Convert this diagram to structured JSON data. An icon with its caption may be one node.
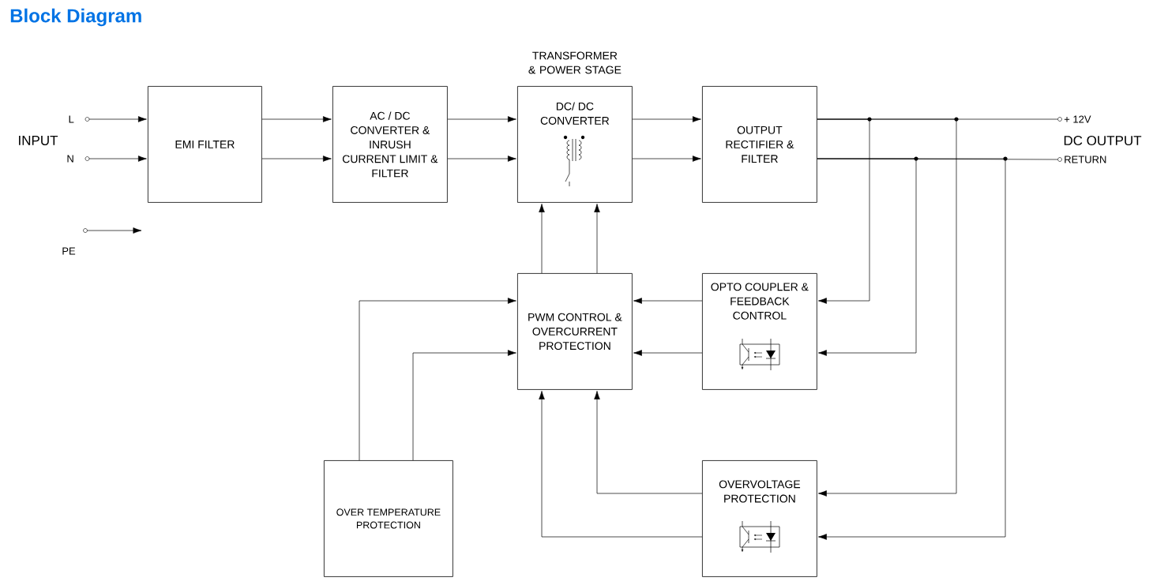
{
  "diagram": {
    "title": "Block Diagram",
    "nodes": [
      {
        "text": [
          "EMI FILTER"
        ]
      },
      {
        "text": [
          "AC / DC CONVERTER & INRUSH CURRENT LIMIT & FILTER"
        ]
      },
      {
        "text": [
          "DC/ DC CONVERTER"
        ],
        "beside": [
          "TRANSFORMER & POWER STAGE"
        ]
      },
      {
        "text": [
          "OUTPUT RECTIFIER & FILTER"
        ]
      },
      {
        "text": [
          "PWM CONTROL & OVERCURRENT PROTECTION"
        ]
      },
      {
        "text": [
          "OPTO COUPLER & FEEDBACK CONTROL"
        ]
      },
      {
        "text": [
          "OVER TEMPERATURE PROTECTION"
        ]
      },
      {
        "text": [
          "OVERVOLTAGE PROTECTION"
        ]
      },
      {
        "text": [
          "L"
        ]
      },
      {
        "text": [
          "N"
        ]
      },
      {
        "text": [
          "PE"
        ]
      },
      {
        "text": [
          "+ 12V"
        ]
      },
      {
        "text": [
          "RETURN"
        ]
      }
    ],
    "edges": [
      {
        "from": 8,
        "to": 0,
        "arrow": "to"
      },
      {
        "from": 9,
        "to": 0,
        "arrow": "to"
      },
      {
        "from": 10,
        "to": null,
        "arrow": "to"
      },
      {
        "from": 0,
        "to": 1,
        "arrow": "to"
      },
      {
        "from": 0,
        "to": 1,
        "arrow": "to"
      },
      {
        "from": 1,
        "to": 2,
        "arrow": "to"
      },
      {
        "from": 1,
        "to": 2,
        "arrow": "to"
      },
      {
        "from": 2,
        "to": 3,
        "arrow": "to"
      },
      {
        "from": 2,
        "to": 3,
        "arrow": "to"
      },
      {
        "from": 4,
        "to": 2,
        "arrow": "to"
      },
      {
        "from": 4,
        "to": 2,
        "arrow": "to"
      },
      {
        "from": 3,
        "to": 11,
        "arrow": "none"
      },
      {
        "from": 3,
        "to": 12,
        "arrow": "none"
      },
      {
        "from": 3,
        "to": 5,
        "arrow": "to"
      },
      {
        "from": 3,
        "to": 5,
        "arrow": "to"
      },
      {
        "from": 3,
        "to": 7,
        "arrow": "to"
      },
      {
        "from": 3,
        "to": 7,
        "arrow": "to"
      },
      {
        "from": 5,
        "to": 4,
        "arrow": "to"
      },
      {
        "from": 5,
        "to": 4,
        "arrow": "to"
      },
      {
        "from": 6,
        "to": 4,
        "arrow": "to"
      },
      {
        "from": 6,
        "to": 4,
        "arrow": "to"
      },
      {
        "from": 7,
        "to": 4,
        "arrow": "to"
      },
      {
        "from": 7,
        "to": 4,
        "arrow": "to"
      }
    ],
    "labels": [
      "INPUT",
      "DC OUTPUT"
    ]
  }
}
